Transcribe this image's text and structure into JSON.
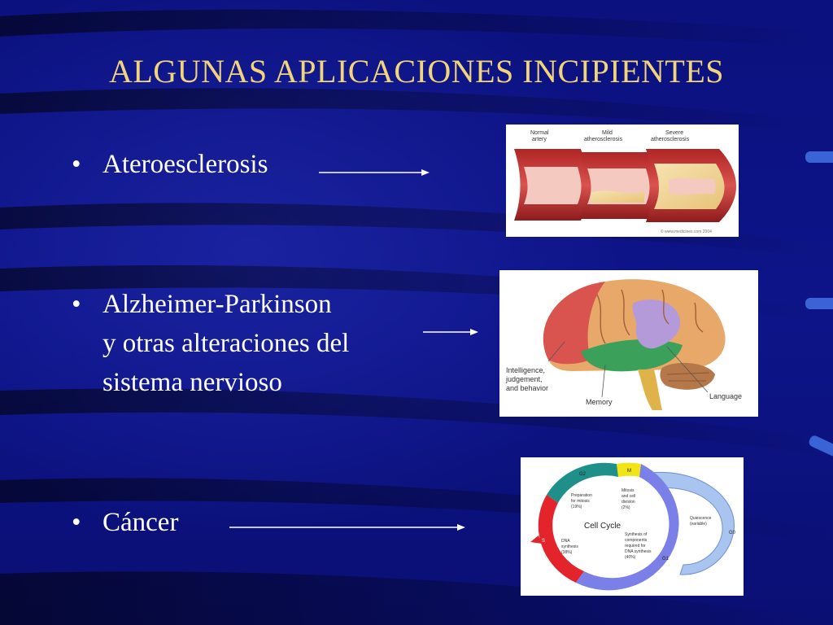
{
  "slide": {
    "title": "ALGUNAS APLICACIONES INCIPIENTES",
    "bullet_symbol": "•",
    "bullets": [
      {
        "lines": [
          "Ateroesclerosis"
        ]
      },
      {
        "lines": [
          "Alzheimer-Parkinson",
          "y otras alteraciones del",
          "sistema nervioso"
        ]
      },
      {
        "lines": [
          "Cáncer"
        ]
      }
    ]
  },
  "artery_image": {
    "labels": [
      "Normal",
      "artery",
      "Mild",
      "atherosclerosis",
      "Severe",
      "atherosclerosis"
    ],
    "credit": "© www.medicines.com 2004"
  },
  "brain_image": {
    "labels": [
      "Intelligence,",
      "judgement,",
      "and behavior",
      "Memory",
      "Language"
    ]
  },
  "cell_cycle_image": {
    "center_title": "Cell Cycle",
    "phase_labels": [
      "G2",
      "M",
      "S",
      "G1",
      "G0"
    ],
    "notes": {
      "prep": [
        "Preparation",
        "for mitosis",
        "(19%)"
      ],
      "mitosis": [
        "Mitosis",
        "and cell",
        "division",
        "(2%)"
      ],
      "dna": [
        "DNA",
        "synthesis",
        "(38%)"
      ],
      "synth": [
        "Synthesis of",
        "components",
        "required for",
        "DNA synthesis",
        "(40%)"
      ],
      "quiescence": [
        "Quiescence",
        "(variable)"
      ]
    }
  },
  "colors": {
    "title": "#f2d57a",
    "text": "#ffffff",
    "background": "#0b117e"
  }
}
